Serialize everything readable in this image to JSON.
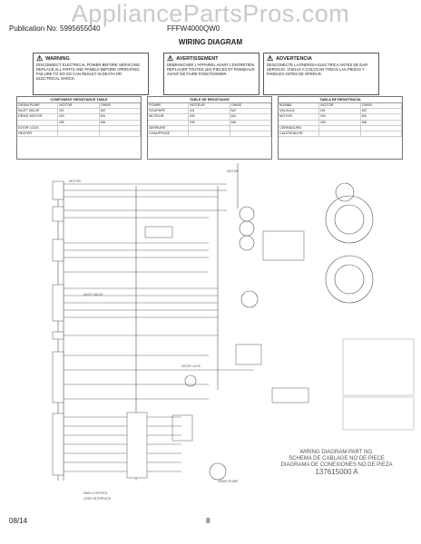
{
  "watermark": "AppliancePartsPros.com",
  "header": {
    "publication": "Publication No: 5995655040",
    "model": "FFFW4000QW0"
  },
  "title": "WIRING DIAGRAM",
  "warnings": [
    {
      "heading": "WARNING",
      "text": "DISCONNECT ELECTRICAL POWER BEFORE SERVICING. REPLACE ALL PARTS AND PANELS BEFORE OPERATING. FAILURE TO DO SO CAN RESULT IN DEATH OR ELECTRICAL SHOCK."
    },
    {
      "heading": "AVERTISSEMENT",
      "text": "DEBRANCHER L'APPAREIL AVANT L'ENTRETIEN. REPLACER TOUTES LES PIECES ET PANNEAUX AVANT DE FAIRE FONCTIONNER."
    },
    {
      "heading": "ADVERTENCIA",
      "text": "DESCONECTE LA ENERGIA ELECTRICA ANTES DE DAR SERVICIO. VUELVA A COLOCAR TODAS LAS PIEZAS Y PANELES ANTES DE OPERAR."
    }
  ],
  "tables": [
    {
      "title": "COMPONENT RESISTANCE TABLE",
      "rows": [
        [
          "DRAIN PUMP",
          "MOTOR",
          "OHMS"
        ],
        [
          "INLET VALVE",
          "M1",
          "M2"
        ],
        [
          "DRIVE MOTOR",
          "M3",
          "M4"
        ],
        [
          "",
          "M5",
          "M6"
        ],
        [
          "DOOR LOCK",
          "",
          ""
        ],
        [
          "HEATER",
          "",
          ""
        ]
      ]
    },
    {
      "title": "TABLE DE RESISTANCE",
      "rows": [
        [
          "POMPE",
          "MOTEUR",
          "OHMS"
        ],
        [
          "SOUPAPE",
          "M1",
          "M2"
        ],
        [
          "MOTEUR",
          "M3",
          "M4"
        ],
        [
          "",
          "M5",
          "M6"
        ],
        [
          "SERRURE",
          "",
          ""
        ],
        [
          "CHAUFFAGE",
          "",
          ""
        ]
      ]
    },
    {
      "title": "TABLA DE RESISTENCIA",
      "rows": [
        [
          "BOMBA",
          "MOTOR",
          "OHMS"
        ],
        [
          "VALVULA",
          "M1",
          "M2"
        ],
        [
          "MOTOR",
          "M3",
          "M4"
        ],
        [
          "",
          "M5",
          "M6"
        ],
        [
          "CERRADURA",
          "",
          ""
        ],
        [
          "CALENTADOR",
          "",
          ""
        ]
      ]
    }
  ],
  "diagram_labels": {
    "motor": "MOTOR",
    "door_lock": "DOOR LOCK",
    "drain_pump": "DRAIN PUMP",
    "inlet_valve": "INLET VALVE",
    "main_control": "MAIN CONTROL",
    "user_interface": "USER INTERFACE"
  },
  "footer": {
    "date": "08/14",
    "page": "8"
  },
  "wiring_label": {
    "line1": "WIRING DIAGRAM PART NO.",
    "line2": "SCHEMA DE CABLAGE NO DE PIECE",
    "line3": "DIAGRAMA DE CONEXIONES NO DE PIEZA",
    "number": "137615000 A"
  }
}
